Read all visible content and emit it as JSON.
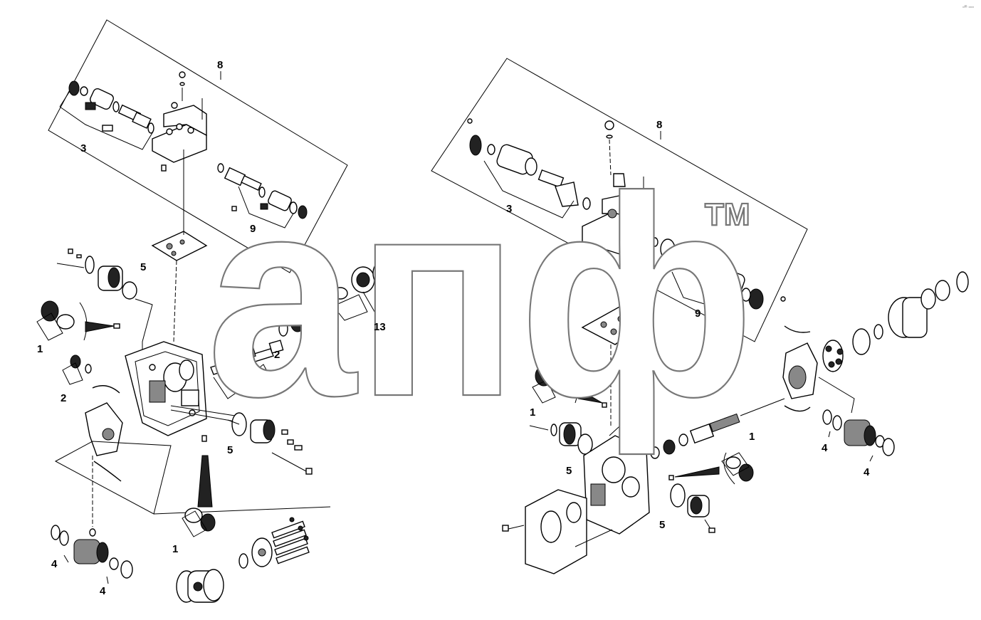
{
  "watermark": {
    "text": "апф",
    "mark": "TM"
  },
  "corner_mark": "▫ᵐ ▫▫▫",
  "labels": {
    "left_8": "8",
    "left_3": "3",
    "left_9": "9",
    "left_5a": "5",
    "left_1a": "1",
    "left_13": "13",
    "left_2a": "2",
    "left_2b": "2",
    "left_5b": "5",
    "left_1b": "1",
    "left_4a": "4",
    "left_4b": "4",
    "right_8": "8",
    "right_3": "3",
    "right_9": "9",
    "right_1a": "1",
    "right_1b": "1",
    "right_5a": "5",
    "right_5b": "5",
    "right_4a": "4",
    "right_4b": "4"
  },
  "colors": {
    "line": "#000000",
    "watermark_stroke": "#777777",
    "background": "#ffffff"
  }
}
